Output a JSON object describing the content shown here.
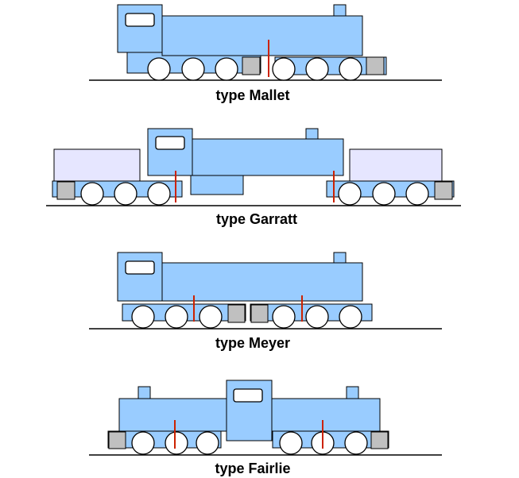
{
  "labels": {
    "mallet": "type Mallet",
    "garratt": "type Garratt",
    "meyer": "type Meyer",
    "fairlie": "type Fairlie"
  },
  "colors": {
    "body": "#99ccff",
    "tank": "#e6e6ff",
    "wheel": "#ffffff",
    "buffer": "#c0c0c0",
    "pivot": "#cc2200",
    "outline": "#000000",
    "track": "#000000",
    "text": "#000000"
  }
}
